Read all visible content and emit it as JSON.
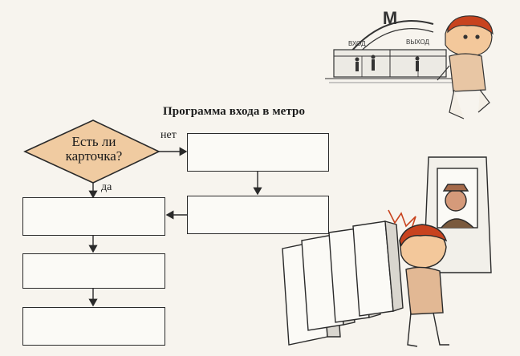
{
  "title": "Программа входа в метро",
  "decision": {
    "line1": "Есть ли",
    "line2": "карточка?"
  },
  "labels": {
    "no": "нет",
    "yes": "да"
  },
  "station": {
    "sign": "M",
    "entrance": "ВХОД",
    "exit": "ВЫХОД"
  },
  "colors": {
    "diamond_fill": "#f0cba1",
    "child_hair": "#c8431e",
    "child_face": "#f3c89b",
    "line": "#2a2a2a"
  }
}
